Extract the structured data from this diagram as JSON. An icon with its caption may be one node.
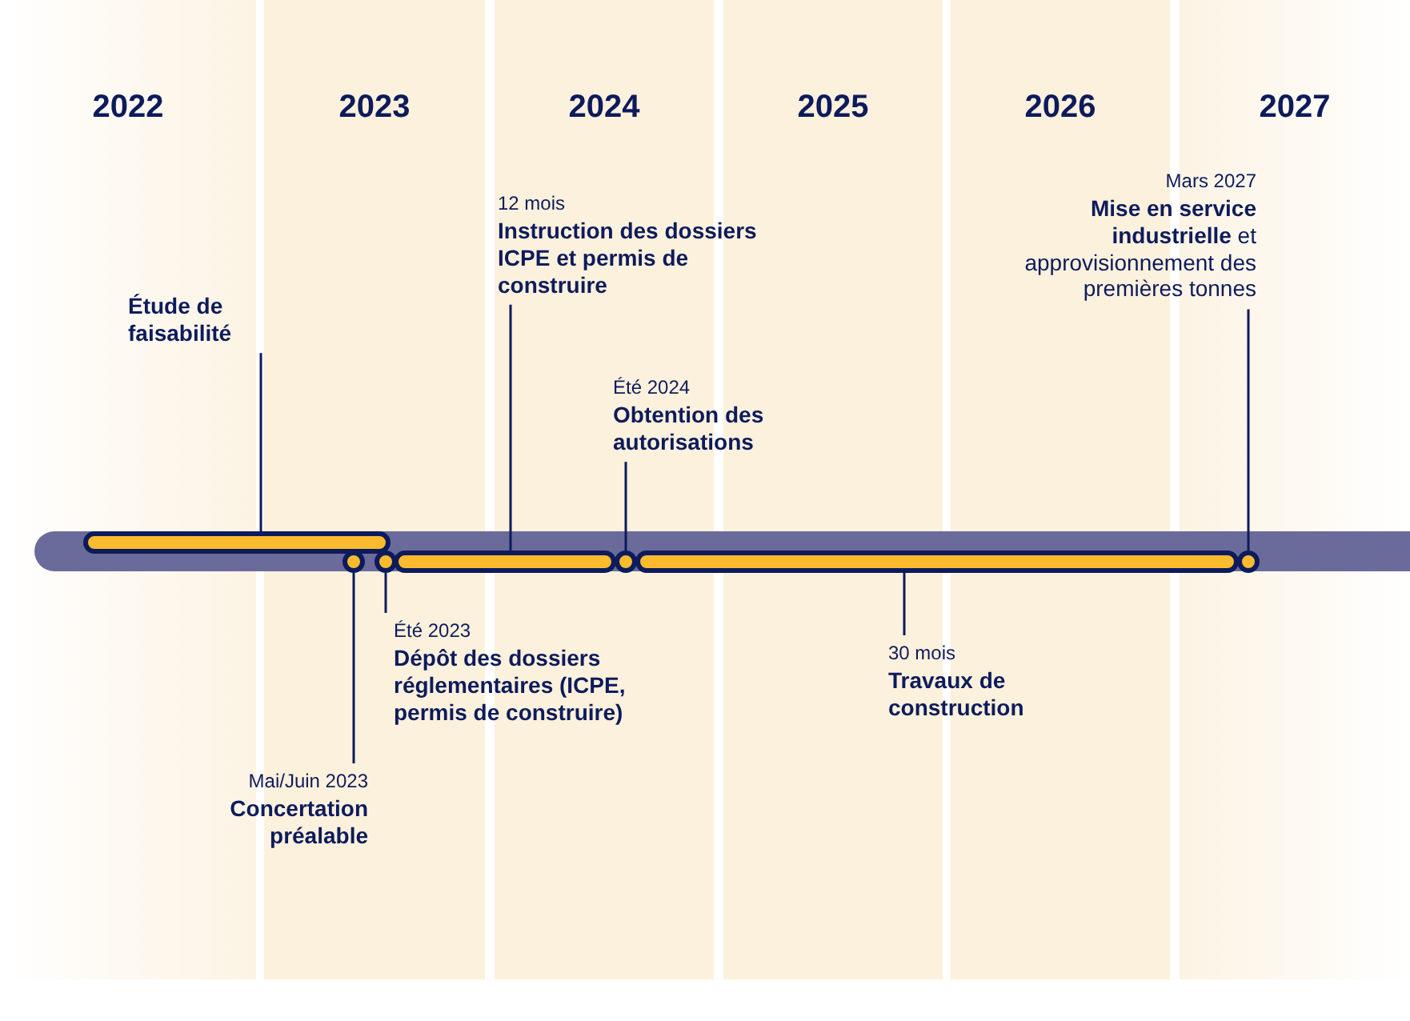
{
  "diagram": {
    "nodes": [
      {
        "text": [
          "Étude de faisabilité"
        ]
      },
      {
        "text": [
          "12 mois",
          "Instruction des dossiers ICPE et permis de construire"
        ]
      },
      {
        "text": [
          "Été 2024",
          "Obtention des autorisations"
        ]
      },
      {
        "text": [
          "Mars 2027",
          "**Mise en service industrielle** et approvisionnement des premières tonnes"
        ]
      },
      {
        "text": [
          "Été 2023",
          "Dépôt des dossiers réglementaires (ICPE, permis de construire)"
        ]
      },
      {
        "text": [
          "30 mois",
          "Travaux de construction"
        ]
      },
      {
        "text": [
          "Mai/Juin 2023",
          "Concertation préalable"
        ]
      },
      {
        "text": [],
        "shape": "bar"
      },
      {
        "text": [],
        "shape": "circle"
      },
      {
        "text": [],
        "shape": "circle"
      },
      {
        "text": [],
        "shape": "bar"
      },
      {
        "text": [],
        "shape": "circle"
      },
      {
        "text": [],
        "shape": "bar"
      },
      {
        "text": [],
        "shape": "circle"
      }
    ],
    "edges": [
      {
        "from": 0,
        "to": 7,
        "arrow": "none"
      },
      {
        "from": 1,
        "to": 10,
        "arrow": "none"
      },
      {
        "from": 2,
        "to": 11,
        "arrow": "none"
      },
      {
        "from": 3,
        "to": 13,
        "arrow": "none"
      },
      {
        "from": 4,
        "to": 9,
        "arrow": "none"
      },
      {
        "from": 5,
        "to": 12,
        "arrow": "none"
      },
      {
        "from": 6,
        "to": 8,
        "arrow": "none"
      }
    ],
    "labels": [
      "2022",
      "2023",
      "2024",
      "2025",
      "2026",
      "2027"
    ]
  }
}
